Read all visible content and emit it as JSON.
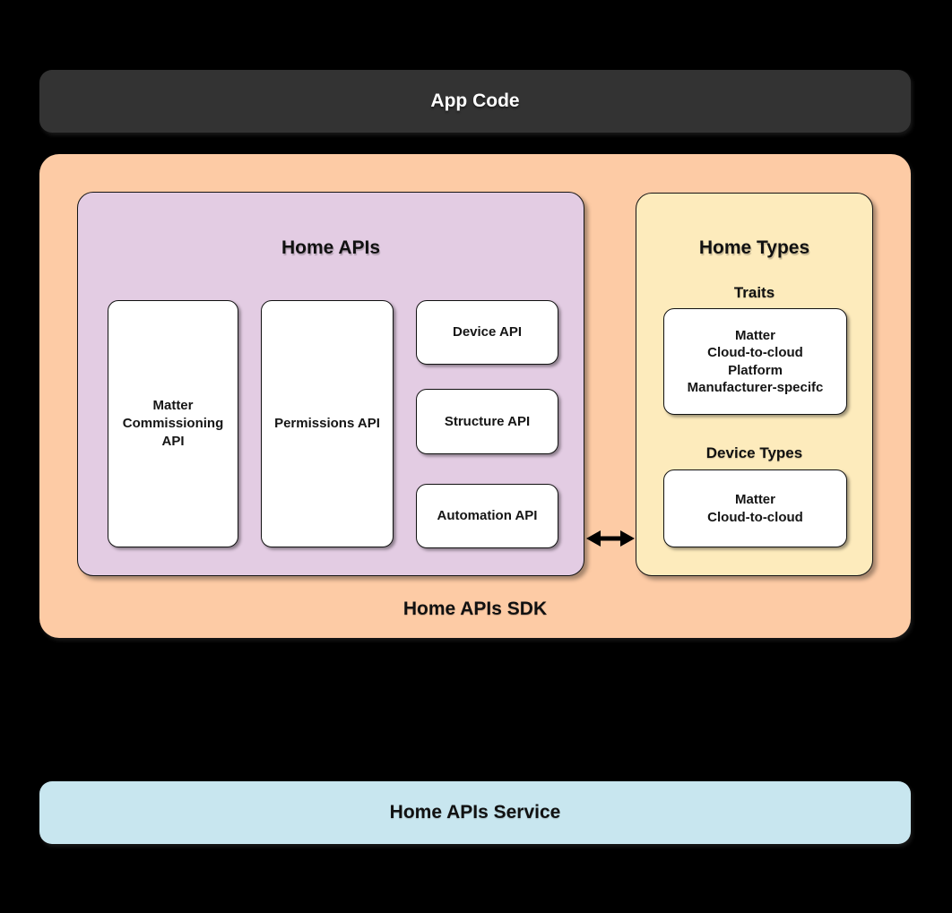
{
  "colors": {
    "background": "#000000",
    "app_code_bg": "#333333",
    "sdk_bg": "#FDCBA5",
    "home_apis_bg": "#E3CCE3",
    "home_types_bg": "#FDEBBC",
    "service_bg": "#C8E6EF",
    "card_bg": "#FFFFFF"
  },
  "app_code": {
    "label": "App Code"
  },
  "sdk": {
    "label": "Home APIs SDK",
    "home_apis": {
      "title": "Home APIs",
      "matter_commissioning_lines": [
        "Matter",
        "Commissioning",
        "API"
      ],
      "permissions": "Permissions API",
      "device": "Device API",
      "structure": "Structure API",
      "automation": "Automation API"
    },
    "home_types": {
      "title": "Home Types",
      "traits_label": "Traits",
      "traits_items": [
        "Matter",
        "Cloud-to-cloud",
        "Platform",
        "Manufacturer-specifc"
      ],
      "device_types_label": "Device Types",
      "device_types_items": [
        "Matter",
        "Cloud-to-cloud"
      ]
    }
  },
  "service": {
    "label": "Home APIs Service"
  }
}
